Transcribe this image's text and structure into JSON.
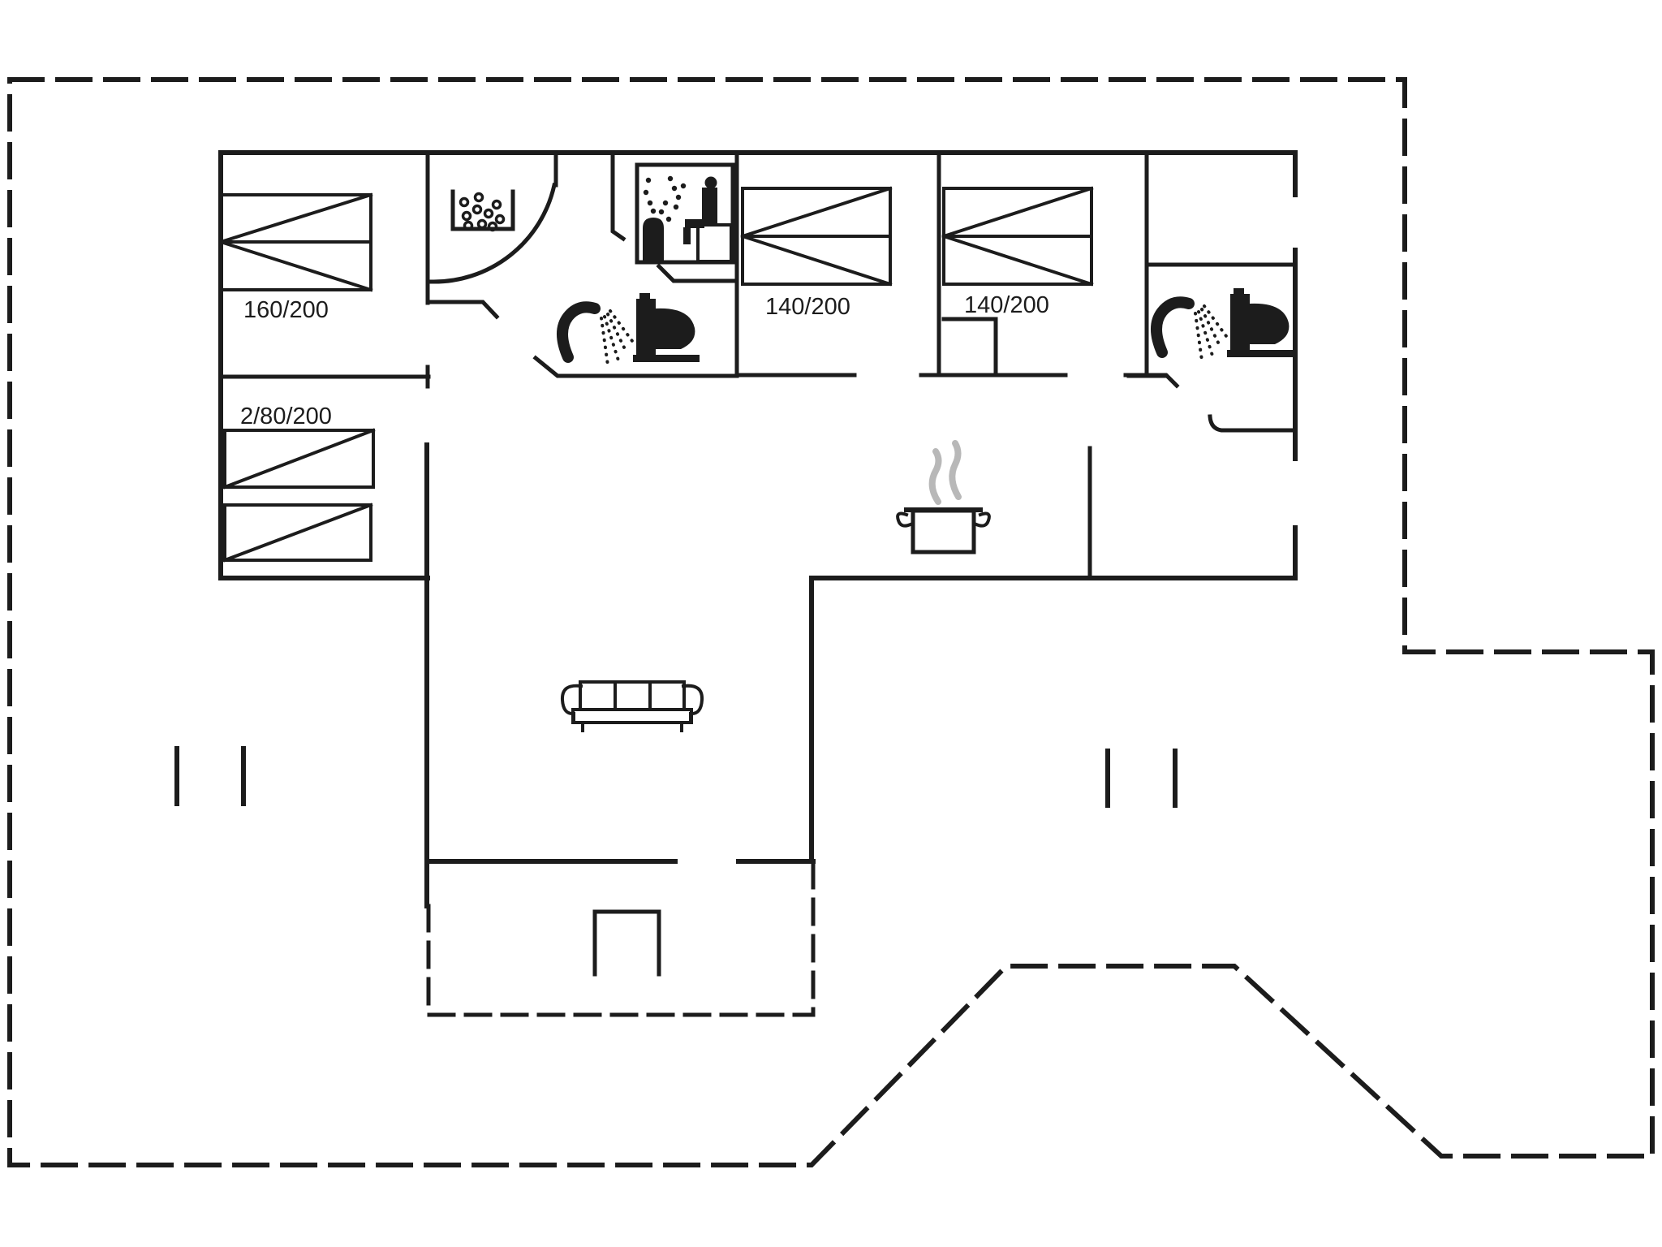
{
  "page": {
    "title": "Holiday house floor plan"
  },
  "colors": {
    "background": "#ffffff",
    "line": "#1c1c1c",
    "steam": "#b8b8b8"
  },
  "plan": {
    "bed_labels": {
      "bedroom_1": "160/200",
      "bunk_room": "2/80/200",
      "bedroom_2": "140/200",
      "bedroom_3": "140/200"
    },
    "icons": [
      "whirlpool-icon",
      "sauna-icon",
      "shower-icon",
      "toilet-icon",
      "stove-pot-icon",
      "sofa-icon",
      "terrace-step-icon",
      "door-swing-icon"
    ]
  }
}
